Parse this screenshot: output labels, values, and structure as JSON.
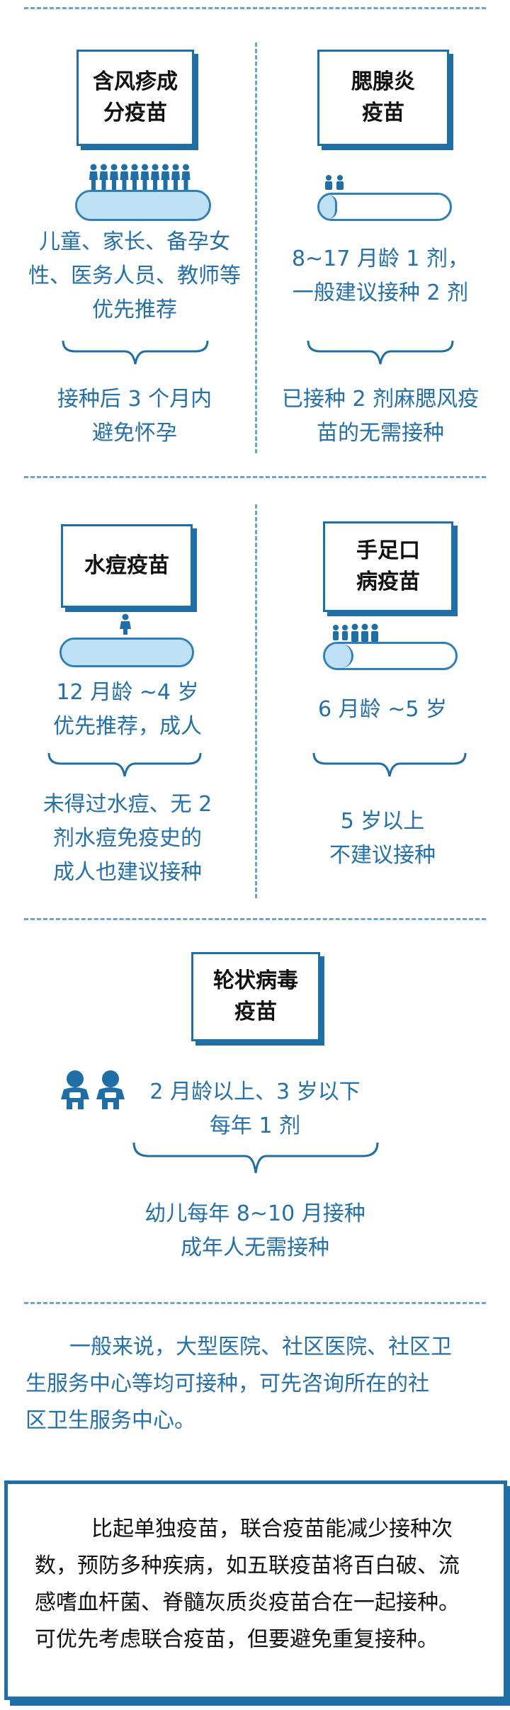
{
  "vaccines": {
    "rubella": {
      "title_line1": "含风疹成",
      "title_line2": "分疫苗",
      "fill": 1.0,
      "target_line1": "儿童、家长、备孕女",
      "target_line2": "性、医务人员、教师等",
      "target_line3": "优先推荐",
      "note_line1": "接种后 3 个月内",
      "note_line2": "避免怀孕"
    },
    "mumps": {
      "title_line1": "腮腺炎",
      "title_line2": "疫苗",
      "fill": 0.12,
      "target_line1": "8~17 月龄 1 剂，",
      "target_line2": "一般建议接种 2 剂",
      "note_line1": "已接种 2 剂麻腮风疫",
      "note_line2": "苗的无需接种"
    },
    "varicella": {
      "title": "水痘疫苗",
      "fill": 1.0,
      "target_line1": "12 月龄 ~4 岁",
      "target_line2": "优先推荐，成人",
      "note_line1": "未得过水痘、无 2",
      "note_line2": "剂水痘免疫史的",
      "note_line3": "成人也建议接种"
    },
    "hfmd": {
      "title_line1": "手足口",
      "title_line2": "病疫苗",
      "fill": 0.2,
      "target_line1": "6 月龄 ~5 岁",
      "note_line1": "5 岁以上",
      "note_line2": "不建议接种"
    },
    "rotavirus": {
      "title_line1": "轮状病毒",
      "title_line2": "疫苗",
      "target_line1": "2 月龄以上、3 岁以下",
      "target_line2": "每年 1 剂",
      "note_line1": "幼儿每年 8~10 月接种",
      "note_line2": "成年人无需接种"
    }
  },
  "general": {
    "line1": "一般来说，大型医院、社区医院、社区卫",
    "line2": "生服务中心等均可接种，可先咨询所在的社",
    "line3": "区卫生服务中心。"
  },
  "tip": {
    "line1": "比起单独疫苗，联合疫苗能减少接种次",
    "line2": "数，预防多种疾病，如五联疫苗将百白破、流",
    "line3": "感嗜血杆菌、脊髓灰质炎疫苗合在一起接种。",
    "line4": "可优先考虑联合疫苗，但要避免重复接种。"
  },
  "colors": {
    "accent": "#1f6fa6",
    "fill": "#bfe1f5",
    "text": "#2470a8"
  }
}
